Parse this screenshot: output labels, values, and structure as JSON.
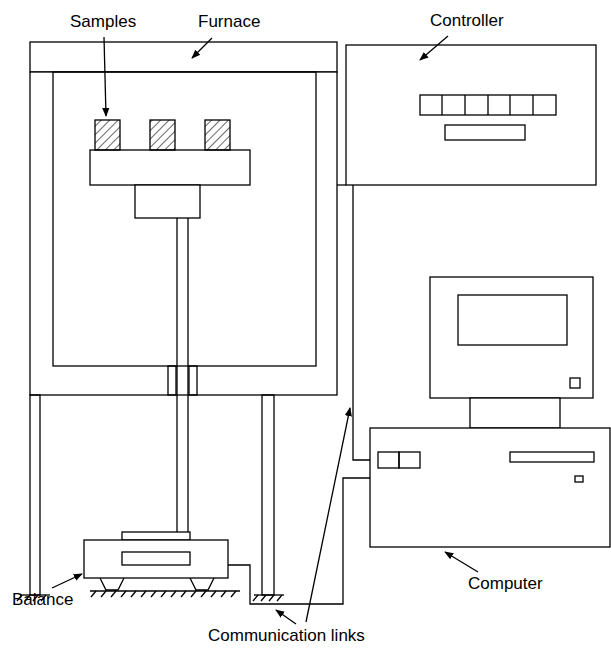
{
  "diagram": {
    "nodes": [
      {
        "text": [
          "Furnace"
        ]
      },
      {
        "text": [
          "Controller"
        ]
      },
      {
        "text": [
          "Computer"
        ]
      },
      {
        "text": [
          "Balance"
        ]
      }
    ],
    "edges": [
      {
        "from": 0,
        "to": 1,
        "arrow": "none"
      },
      {
        "from": 1,
        "to": 2,
        "arrow": "none"
      },
      {
        "from": 3,
        "to": 2,
        "arrow": "none"
      }
    ],
    "labels": [
      "Samples",
      "Communication links"
    ]
  }
}
